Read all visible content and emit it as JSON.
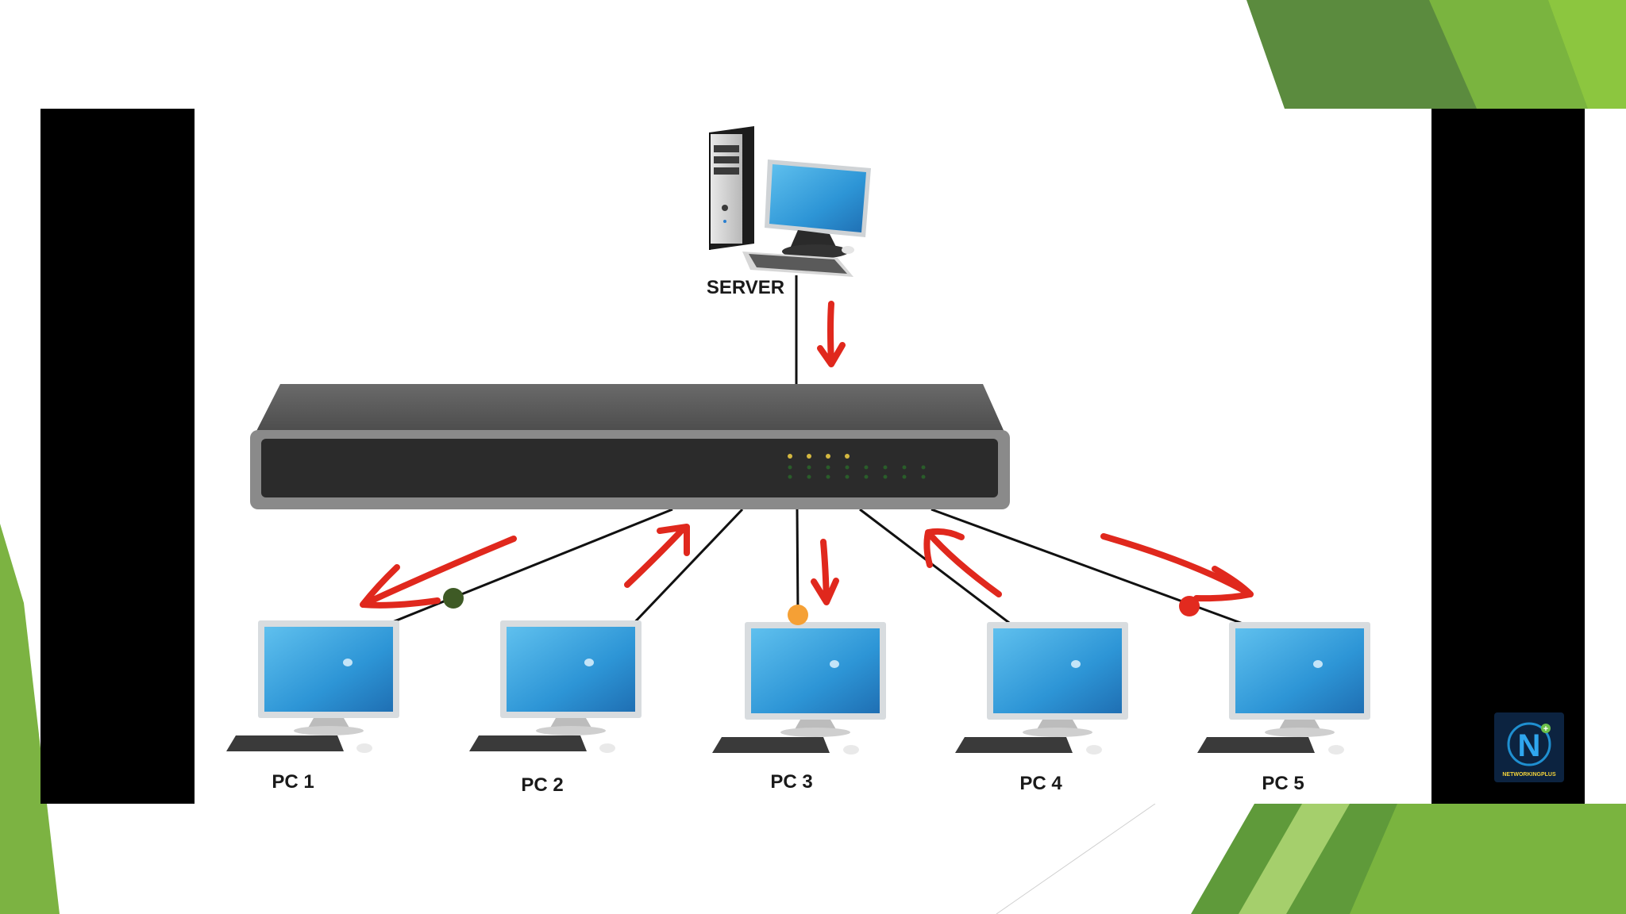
{
  "diagram": {
    "server_label": "SERVER",
    "pcs": [
      {
        "label": "PC 1"
      },
      {
        "label": "PC 2"
      },
      {
        "label": "PC 3"
      },
      {
        "label": "PC 4"
      },
      {
        "label": "PC 5"
      }
    ],
    "packet_colors": {
      "pc1": "#3e5a25",
      "pc3": "#f5a035",
      "pc5": "#e22a1f"
    },
    "arrow_color": "#e0281d"
  },
  "colors": {
    "slide_accent_green": "#7cb342",
    "slide_dark_green": "#5a8a3c",
    "switch_body": "#555555"
  },
  "logo": {
    "icon": "networking-plus-logo",
    "text": "NETWORKINGPLUS"
  }
}
